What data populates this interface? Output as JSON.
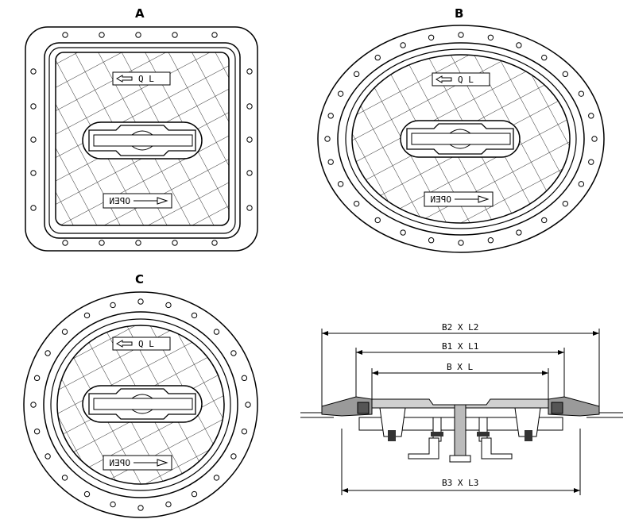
{
  "figure_labels": {
    "a": "A",
    "b": "B",
    "c": "C"
  },
  "hatch_tags": {
    "ql": "Q L",
    "open": "OPEN"
  },
  "dimensions": {
    "b2l2": "B2 X L2",
    "b1l1": "B1 X L1",
    "bl": "B X L",
    "b3l3": "B3 X L3"
  },
  "colors": {
    "line": "#000000",
    "hatch": "#333333",
    "fill": "#ffffff",
    "section": "#9a9a9a"
  }
}
